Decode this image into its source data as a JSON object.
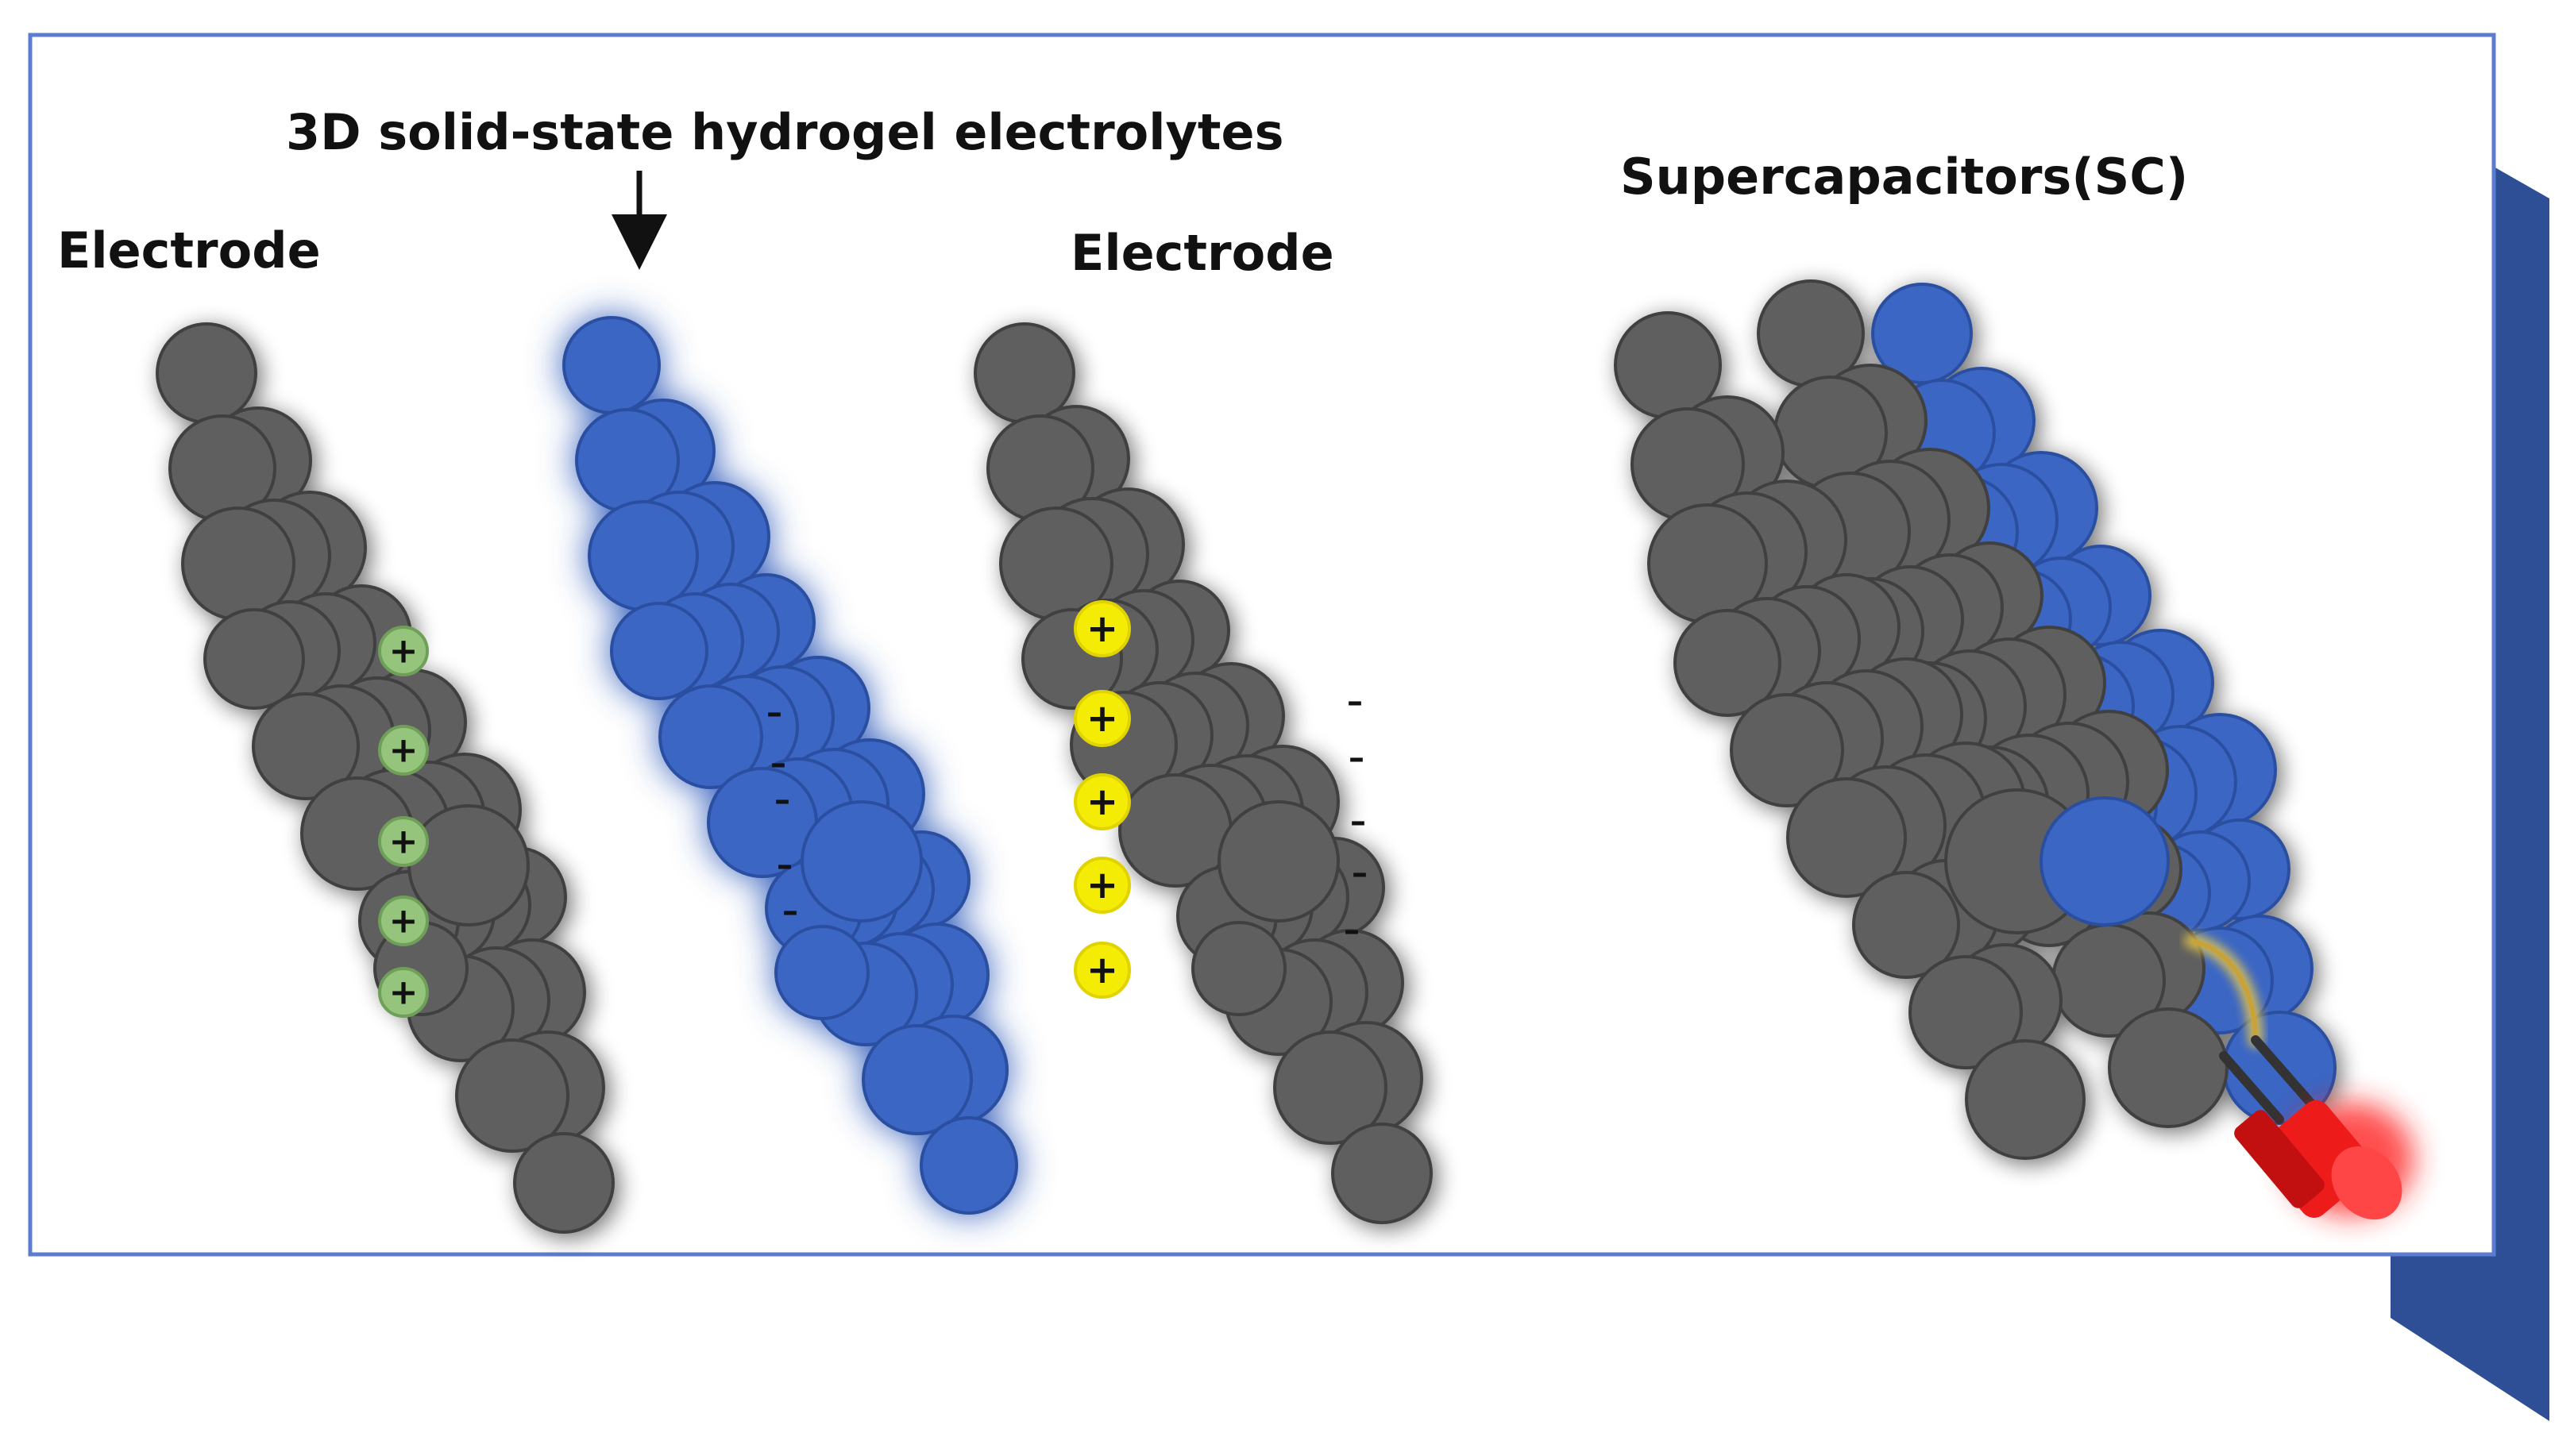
{
  "labels": {
    "hydrogel": "3D solid-state hydrogel electrolytes",
    "electrode_left": "Electrode",
    "electrode_right": "Electrode",
    "supercapacitor": "Supercapacitors(SC)"
  },
  "symbols": {
    "positive": "+",
    "negative": "–"
  },
  "colors": {
    "electrode": "#5e5e5e",
    "electrolyte": "#3b66c4",
    "electrolyte_glow": "#2f8cff",
    "positive_ion_left": "#95c47c",
    "positive_ion_right": "#f5ec05",
    "frame_border": "#5c7ccf",
    "frame_side": "#2e4f95",
    "led": "#ff1a1a"
  }
}
